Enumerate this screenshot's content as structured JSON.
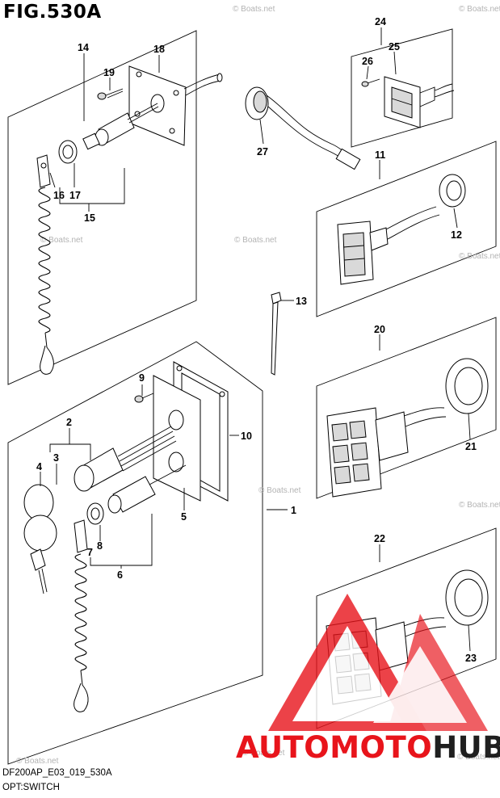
{
  "figure": {
    "title": "FIG.530A",
    "code": "DF200AP_E03_019_530A",
    "name": "OPT:SWITCH"
  },
  "part_numbers": [
    "1",
    "2",
    "3",
    "4",
    "5",
    "6",
    "7",
    "8",
    "9",
    "10",
    "11",
    "12",
    "13",
    "14",
    "15",
    "16",
    "17",
    "18",
    "19",
    "20",
    "21",
    "22",
    "23",
    "24",
    "25",
    "26",
    "27"
  ],
  "watermark": "© Boats.net",
  "logo": {
    "text": "AUTOMOTOHUB",
    "part_a": "AUTOMOTO",
    "part_b": "HUB",
    "color_a": "#e8141b",
    "color_b": "#1f1f1f"
  },
  "colors": {
    "line": "#000000",
    "watermark": "#b3b3b3",
    "logo_triangle": "#e8141b"
  }
}
